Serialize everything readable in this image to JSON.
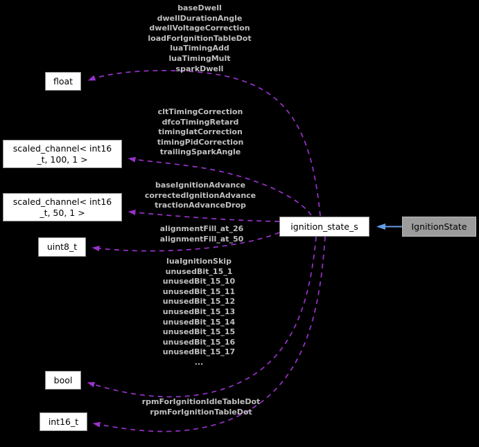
{
  "diagram": {
    "type": "doxygen-collaboration-graph",
    "colors": {
      "background": "#000000",
      "edge_dashed": "#9a32cd",
      "edge_solid": "#639ee8",
      "label_text": "#c0c0c0",
      "node_fill": "#ffffff",
      "node_border": "#8f8f8f",
      "node_text": "#000000",
      "focus_fill": "#9c9c9c",
      "focus_border": "#bdbdbd"
    },
    "nodes": {
      "float": {
        "label": "float"
      },
      "scaled_channel_100": {
        "label": "scaled_channel< int16\n_t, 100, 1 >"
      },
      "scaled_channel_50": {
        "label": "scaled_channel< int16\n_t, 50, 1 >"
      },
      "uint8_t": {
        "label": "uint8_t"
      },
      "bool": {
        "label": "bool"
      },
      "int16_t": {
        "label": "int16_t"
      },
      "ignition_state_s": {
        "label": "ignition_state_s"
      },
      "IgnitionState": {
        "label": "IgnitionState"
      }
    },
    "edges": {
      "float_edge": {
        "labels": [
          "baseDwell",
          "dwellDurationAngle",
          "dwellVoltageCorrection",
          "loadForIgnitionTableDot",
          "luaTimingAdd",
          "luaTimingMult",
          "sparkDwell"
        ]
      },
      "scaled100_edge": {
        "labels": [
          "cltTimingCorrection",
          "dfcoTimingRetard",
          "timingIatCorrection",
          "timingPidCorrection",
          "trailingSparkAngle"
        ]
      },
      "scaled50_edge": {
        "labels": [
          "baseIgnitionAdvance",
          "correctedIgnitionAdvance",
          "tractionAdvanceDrop"
        ]
      },
      "uint8_edge": {
        "labels": [
          "alignmentFill_at_26",
          "alignmentFill_at_50"
        ]
      },
      "bool_edge": {
        "labels": [
          "luaIgnitionSkip",
          "unusedBit_15_1",
          "unusedBit_15_10",
          "unusedBit_15_11",
          "unusedBit_15_12",
          "unusedBit_15_13",
          "unusedBit_15_14",
          "unusedBit_15_15",
          "unusedBit_15_16",
          "unusedBit_15_17",
          "..."
        ]
      },
      "int16_edge": {
        "labels": [
          "rpmForIgnitionIdleTableDot",
          "rpmForIgnitionTableDot"
        ]
      }
    }
  }
}
